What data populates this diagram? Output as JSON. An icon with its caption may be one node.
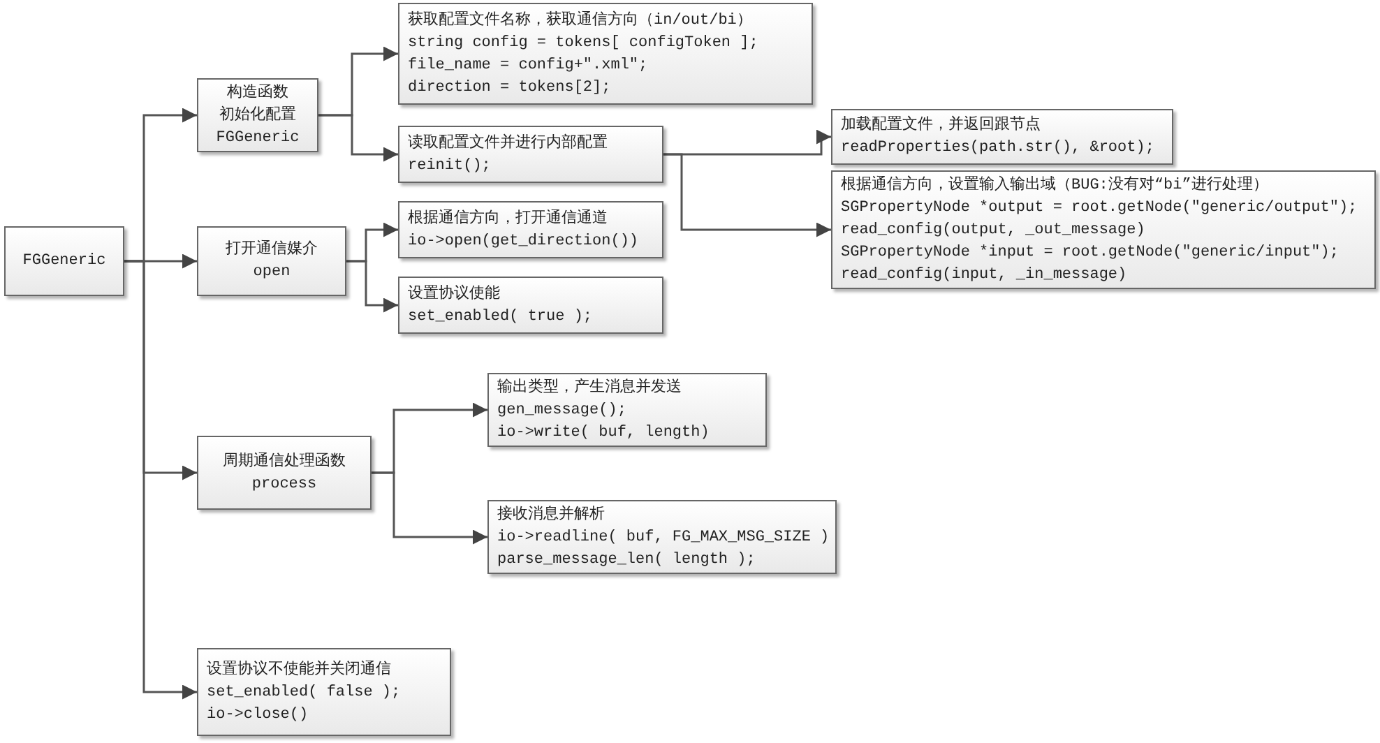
{
  "diagram": {
    "nodes": [
      {
        "text": [
          "FGGeneric"
        ]
      },
      {
        "text": [
          "构造函数",
          "初始化配置",
          "FGGeneric"
        ]
      },
      {
        "text": [
          "获取配置文件名称，获取通信方向（in/out/bi）",
          "string config = tokens[ configToken ];",
          "file_name = config+\".xml\";",
          "direction = tokens[2];"
        ]
      },
      {
        "text": [
          "读取配置文件并进行内部配置",
          "reinit();"
        ]
      },
      {
        "text": [
          "加载配置文件，并返回跟节点",
          "readProperties(path.str(), &root);"
        ]
      },
      {
        "text": [
          "根据通信方向，设置输入输出域（BUG:没有对“bi”进行处理）",
          "SGPropertyNode *output = root.getNode(\"generic/output\");",
          "read_config(output, _out_message)",
          "SGPropertyNode *input = root.getNode(\"generic/input\");",
          "read_config(input, _in_message)"
        ]
      },
      {
        "text": [
          "打开通信媒介",
          "open"
        ]
      },
      {
        "text": [
          "根据通信方向，打开通信通道",
          "io->open(get_direction())"
        ]
      },
      {
        "text": [
          "设置协议使能",
          "set_enabled( true );"
        ]
      },
      {
        "text": [
          "周期通信处理函数",
          "process"
        ]
      },
      {
        "text": [
          "输出类型，产生消息并发送",
          "gen_message();",
          "io->write( buf, length)"
        ]
      },
      {
        "text": [
          "接收消息并解析",
          "io->readline( buf, FG_MAX_MSG_SIZE )",
          "parse_message_len( length );"
        ]
      },
      {
        "text": [
          "设置协议不使能并关闭通信",
          "set_enabled( false );",
          "io->close()"
        ]
      }
    ],
    "edges": [
      {
        "from": 0,
        "to": 1,
        "arrow": "to"
      },
      {
        "from": 0,
        "to": 6,
        "arrow": "to"
      },
      {
        "from": 0,
        "to": 9,
        "arrow": "to"
      },
      {
        "from": 0,
        "to": 12,
        "arrow": "to"
      },
      {
        "from": 1,
        "to": 2,
        "arrow": "to"
      },
      {
        "from": 1,
        "to": 3,
        "arrow": "to"
      },
      {
        "from": 3,
        "to": 4,
        "arrow": "to"
      },
      {
        "from": 3,
        "to": 5,
        "arrow": "to"
      },
      {
        "from": 6,
        "to": 7,
        "arrow": "to"
      },
      {
        "from": 6,
        "to": 8,
        "arrow": "to"
      },
      {
        "from": 9,
        "to": 10,
        "arrow": "to"
      },
      {
        "from": 9,
        "to": 11,
        "arrow": "to"
      }
    ]
  }
}
